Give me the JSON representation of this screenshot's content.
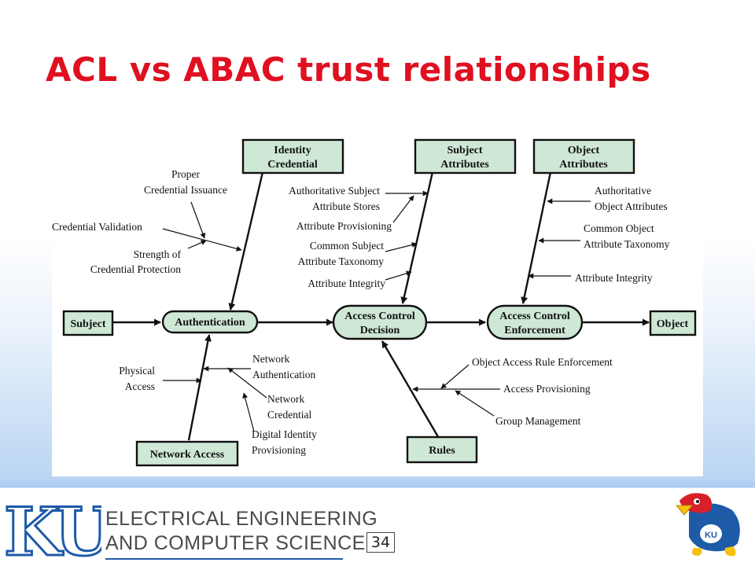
{
  "title": "ACL vs ABAC trust relationships",
  "diagram": {
    "boxes": {
      "identity_credential": [
        "Identity",
        "Credential"
      ],
      "subject_attributes": [
        "Subject",
        "Attributes"
      ],
      "object_attributes": [
        "Object",
        "Attributes"
      ],
      "subject": "Subject",
      "object": "Object",
      "network_access": "Network Access",
      "rules": "Rules"
    },
    "nodes": {
      "authentication": "Authentication",
      "access_control_decision": [
        "Access Control",
        "Decision"
      ],
      "access_control_enforcement": [
        "Access Control",
        "Enforcement"
      ]
    },
    "labels": {
      "proper_credential_issuance": [
        "Proper",
        "Credential Issuance"
      ],
      "credential_validation": "Credential Validation",
      "strength_of_credential_protection": [
        "Strength of",
        "Credential Protection"
      ],
      "authoritative_subject_attribute_stores": [
        "Authoritative Subject",
        "Attribute Stores"
      ],
      "attribute_provisioning": "Attribute Provisioning",
      "common_subject_attribute_taxonomy": [
        "Common Subject",
        "Attribute Taxonomy"
      ],
      "attribute_integrity_subject": "Attribute Integrity",
      "authoritative_object_attributes": [
        "Authoritative",
        "Object Attributes"
      ],
      "common_object_attribute_taxonomy": [
        "Common Object",
        "Attribute Taxonomy"
      ],
      "attribute_integrity_object": "Attribute Integrity",
      "physical_access": [
        "Physical",
        "Access"
      ],
      "network_authentication": [
        "Network",
        "Authentication"
      ],
      "network_credential": [
        "Network",
        "Credential"
      ],
      "digital_identity_provisioning": [
        "Digital Identity",
        "Provisioning"
      ],
      "object_access_rule_enforcement": "Object Access Rule Enforcement",
      "access_provisioning": "Access Provisioning",
      "group_management": "Group Management"
    },
    "colors": {
      "box_fill": "#cfe8d6",
      "stroke": "#1a1a1a"
    }
  },
  "footer": {
    "logo_text": "KU",
    "department_line1": "ELECTRICAL ENGINEERING",
    "department_line2": "AND COMPUTER SCIENCE",
    "page_number": "34",
    "colors": {
      "ku_blue": "#1d5aa8",
      "rule": "#1d5aa8"
    }
  }
}
